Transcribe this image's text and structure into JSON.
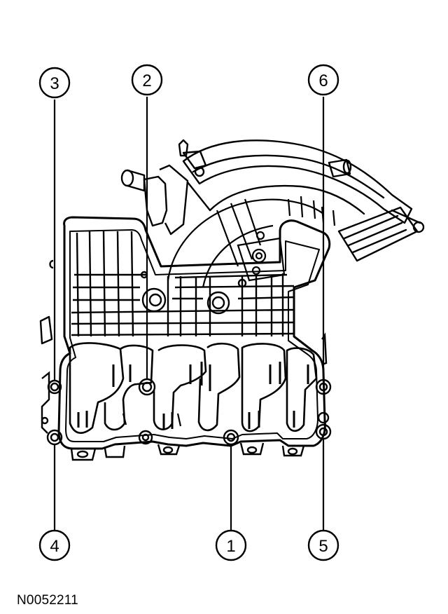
{
  "figure": {
    "id": "N0052211",
    "callouts": [
      {
        "label": "1",
        "name": "callout-1"
      },
      {
        "label": "2",
        "name": "callout-2"
      },
      {
        "label": "3",
        "name": "callout-3"
      },
      {
        "label": "4",
        "name": "callout-4"
      },
      {
        "label": "5",
        "name": "callout-5"
      },
      {
        "label": "6",
        "name": "callout-6"
      }
    ]
  },
  "colors": {
    "line": "#000000",
    "background": "#ffffff"
  }
}
